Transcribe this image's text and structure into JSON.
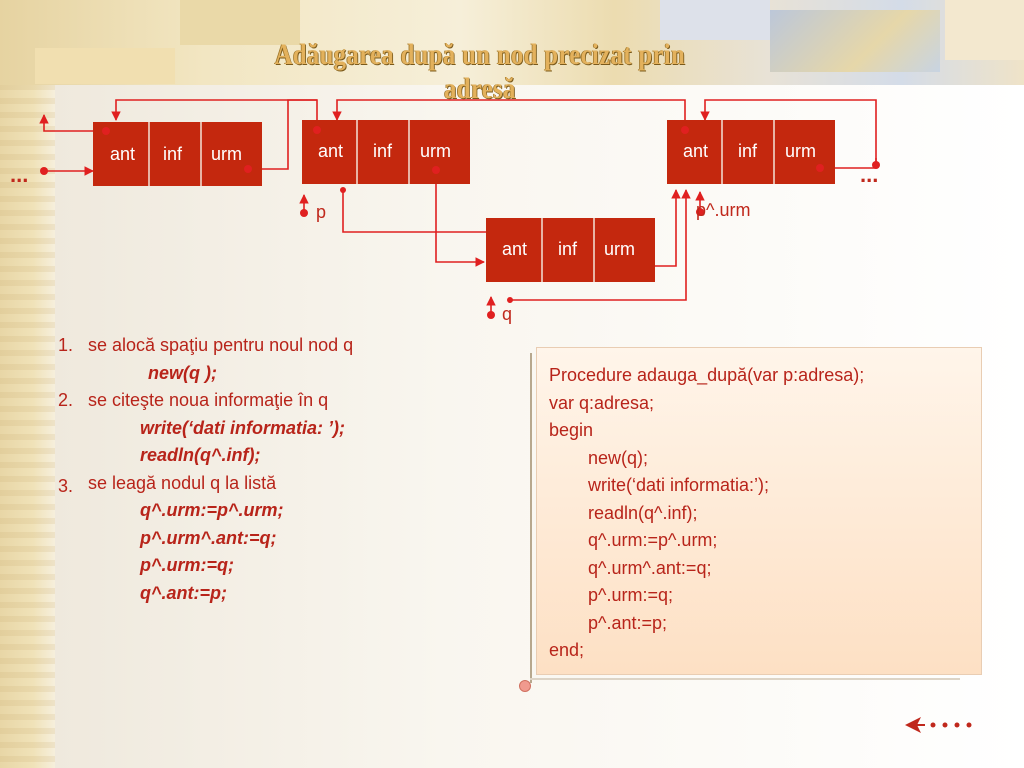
{
  "slide": {
    "title": "Adăugarea după un nod precizat prin adresă"
  },
  "diagram": {
    "node_fields": [
      "ant",
      "inf",
      "urm"
    ],
    "pointer_labels": {
      "p": "p",
      "q": "q",
      "p_urm": "p^.urm"
    },
    "ellipsis_left": "...",
    "ellipsis_right": "..."
  },
  "steps": {
    "items": [
      {
        "num": "1.",
        "text": "se alocă spaţiu pentru noul nod q",
        "code": [
          "new(q );"
        ]
      },
      {
        "num": "2.",
        "text": "se citeşte noua informaţie în q",
        "code": [
          "write(‘dati informatia: ’);",
          "readln(q^.inf);"
        ]
      },
      {
        "num": "3.",
        "text": "se leagă nodul q la listă",
        "code": [
          "q^.urm:=p^.urm;",
          "p^.urm^.ant:=q;",
          "p^.urm:=q;",
          "q^.ant:=p;"
        ]
      }
    ]
  },
  "procedure": {
    "header": "Procedure adauga_după(var p:adresa);",
    "var_line": "var q:adresa;",
    "begin": "begin",
    "body": [
      "new(q);",
      "write(‘dati informatia:’);",
      "readln(q^.inf);",
      "q^.urm:=p^.urm;",
      "q^.urm^.ant:=q;",
      "p^.urm:=q;",
      "p^.ant:=p;"
    ],
    "end": "end;"
  },
  "colors": {
    "node_fill": "#c4280e",
    "line": "#e02020",
    "text": "#b8241a"
  },
  "navigation": {
    "back_icon": "arrow-left-dots-icon"
  }
}
